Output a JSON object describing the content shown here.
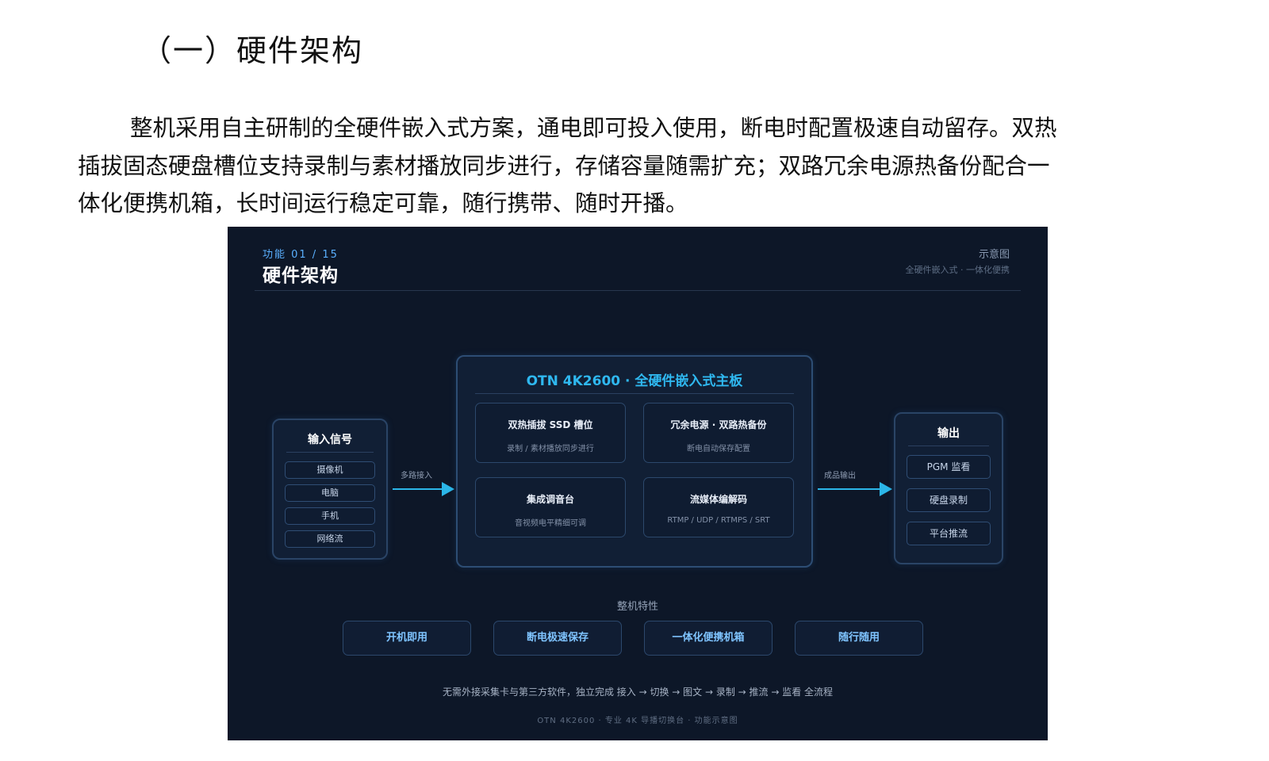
{
  "doc": {
    "heading": "（一）硬件架构",
    "paragraph_lines": [
      "整机采用自主研制的全硬件嵌入式方案，通电即可投入使用，断电时配置极速自动留存。双热",
      "插拔固态硬盘槽位支持录制与素材播放同步进行，存储容量随需扩充；双路冗余电源热备份配合一",
      "体化便携机箱，长时间运行稳定可靠，随行携带、随时开播。"
    ]
  },
  "figure": {
    "tag": "功能 01 / 15",
    "title": "硬件架构",
    "top_right": "示意图",
    "top_right_sub": "全硬件嵌入式 · 一体化便携",
    "input": {
      "title": "输入信号",
      "items": [
        "摄像机",
        "电脑",
        "手机",
        "网络流"
      ]
    },
    "arrow_in_label": "多路接入",
    "main": {
      "title": "OTN 4K2600 · 全硬件嵌入式主板",
      "modules": [
        {
          "title": "双热插拔 SSD 槽位",
          "sub": "录制 / 素材播放同步进行"
        },
        {
          "title": "冗余电源 · 双路热备份",
          "sub": "断电自动保存配置"
        },
        {
          "title": "集成调音台",
          "sub": "音视频电平精细可调"
        },
        {
          "title": "流媒体编解码",
          "sub": "RTMP / UDP / RTMPS / SRT"
        }
      ]
    },
    "arrow_out_label": "成品输出",
    "output": {
      "title": "输出",
      "items": [
        "PGM 监看",
        "硬盘录制",
        "平台推流"
      ]
    },
    "features_label": "整机特性",
    "features": [
      "开机即用",
      "断电极速保存",
      "一体化便携机箱",
      "随行随用"
    ],
    "note": "无需外接采集卡与第三方软件，独立完成 接入 → 切换 → 图文 → 录制 → 推流 → 监看 全流程",
    "footer": "OTN 4K2600 · 专业 4K 导播切换台 · 功能示意图"
  },
  "colors": {
    "panel_bg": "#0d1728",
    "accent": "#2bb6e8",
    "box_border": "#2a4466"
  }
}
